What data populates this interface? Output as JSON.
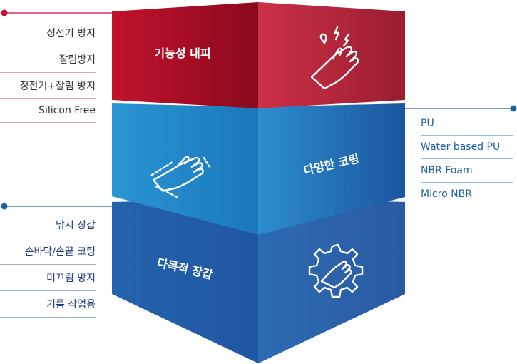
{
  "tiers": [
    {
      "title": "기능성 내피",
      "icon": "hand-spark-icon",
      "colors": {
        "front": "#b50f26",
        "side": "#a92036"
      }
    },
    {
      "title": "다양한 코팅",
      "icon": "hand-coating-icon",
      "colors": {
        "front": "#1c88c9",
        "side": "#1b5fa8"
      }
    },
    {
      "title": "다목적 장갑",
      "icon": "hand-gear-icon",
      "colors": {
        "front": "#1f4d9a",
        "side": "#2a5ea5"
      }
    }
  ],
  "lists": {
    "top_left": [
      "정전기 방지",
      "잘림방지",
      "정전기+잘림 방지",
      "Silicon Free"
    ],
    "mid_right": [
      "PU",
      "Water based PU",
      "NBR Foam",
      "Micro NBR"
    ],
    "bottom_left": [
      "낚시 장갑",
      "손바닥/손끝 코팅",
      "미끄럼 방지",
      "기름 작업용"
    ]
  },
  "accent_colors": {
    "red": "#c8102e",
    "blue": "#1c62a5"
  }
}
